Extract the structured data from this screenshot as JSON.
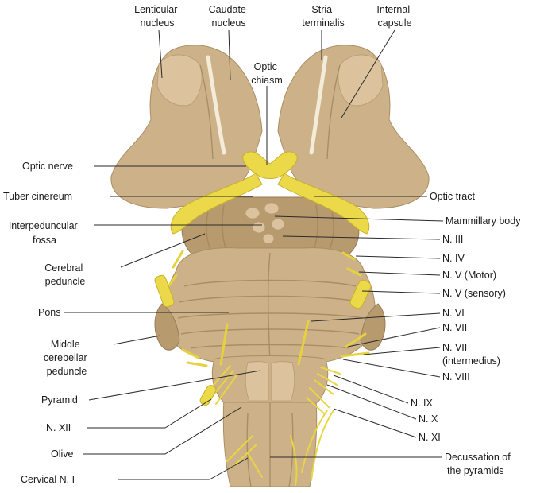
{
  "labels": {
    "lenticular_nucleus": [
      "Lenticular",
      "nucleus"
    ],
    "caudate_nucleus": [
      "Caudate",
      "nucleus"
    ],
    "stria_terminalis": [
      "Stria",
      "terminalis"
    ],
    "internal_capsule": [
      "Internal",
      "capsule"
    ],
    "optic_chiasm": [
      "Optic",
      "chiasm"
    ],
    "optic_nerve": "Optic nerve",
    "tuber_cinereum": "Tuber cinereum",
    "interpeduncular_fossa": [
      "Interpeduncular",
      "fossa"
    ],
    "cerebral_peduncle": [
      "Cerebral",
      "peduncle"
    ],
    "pons": "Pons",
    "middle_cerebellar_peduncle": [
      "Middle",
      "cerebellar",
      "peduncle"
    ],
    "pyramid": "Pyramid",
    "n_xii": "N. XII",
    "olive": "Olive",
    "cervical_n_i": "Cervical N. I",
    "optic_tract": "Optic tract",
    "mammillary_body": "Mammillary body",
    "n_iii": "N. III",
    "n_iv": "N. IV",
    "n_v_motor": "N. V (Motor)",
    "n_v_sensory": "N. V (sensory)",
    "n_vi": "N. VI",
    "n_vii": "N. VII",
    "n_vii_intermedius": [
      "N. VII",
      "(intermedius)"
    ],
    "n_viii": "N. VIII",
    "n_ix": "N. IX",
    "n_x": "N. X",
    "n_xi": "N. XI",
    "decussation_of_pyramids": [
      "Decussation of",
      "the pyramids"
    ]
  },
  "colors": {
    "tissue": "#cdb188",
    "nerve": "#ecd94a",
    "leader_line": "#2a2a2a"
  }
}
